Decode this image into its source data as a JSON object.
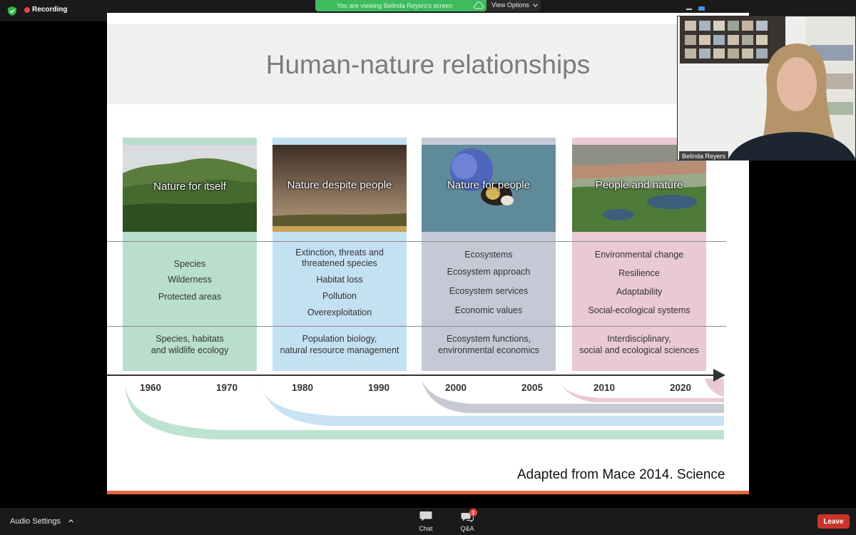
{
  "topbar": {
    "recording_label": "Recording",
    "banner_text": "You are viewing Belinda Reyers's screen",
    "view_options_label": "View Options"
  },
  "slide": {
    "title": "Human-nature relationships",
    "citation": "Adapted from Mace 2014. Science",
    "columns": [
      {
        "photo_label": "Nature for itself",
        "color": "#b9dfcc",
        "mid_items": [
          "Species",
          "Wilderness",
          "Protected areas"
        ],
        "bottom": [
          "Species, habitats",
          "and wildlife ecology"
        ],
        "years": [
          "1960",
          "1970"
        ]
      },
      {
        "photo_label": "Nature despite people",
        "color": "#c4e0f3",
        "mid_items": [
          "Extinction, threats and",
          "threatened species",
          "Habitat loss",
          "Pollution",
          "Overexploitation"
        ],
        "bottom": [
          "Population biology,",
          "natural resource management"
        ],
        "years": [
          "1980",
          "1990"
        ]
      },
      {
        "photo_label": "Nature for people",
        "color": "#c5c9d6",
        "mid_items": [
          "Ecosystems",
          "Ecosystem approach",
          "Ecosystem services",
          "Economic values"
        ],
        "bottom": [
          "Ecosystem functions,",
          "environmental economics"
        ],
        "years": [
          "2000",
          "2005"
        ]
      },
      {
        "photo_label": "People and nature",
        "color": "#e9c9d2",
        "mid_items": [
          "Environmental change",
          "Resilience",
          "Adaptability",
          "Social-ecological systems"
        ],
        "bottom": [
          "Interdisciplinary,",
          "social and ecological sciences"
        ],
        "years": [
          "2010",
          "2020"
        ]
      }
    ]
  },
  "video": {
    "participant_name": "Belinda Reyers"
  },
  "bottombar": {
    "audio_settings_label": "Audio Settings",
    "chat_label": "Chat",
    "qa_label": "Q&A",
    "qa_badge": "1",
    "leave_label": "Leave"
  },
  "icons": [
    "shield-check-icon",
    "recording-dot-icon",
    "cloud-icon",
    "chevron-down-icon",
    "chevron-up-icon",
    "chat-bubble-icon",
    "qa-bubble-icon"
  ],
  "colors": {
    "recording": "#e5483f",
    "banner": "#3ebb5d",
    "leave": "#c9352b",
    "slide_accent": "#e4663a"
  }
}
